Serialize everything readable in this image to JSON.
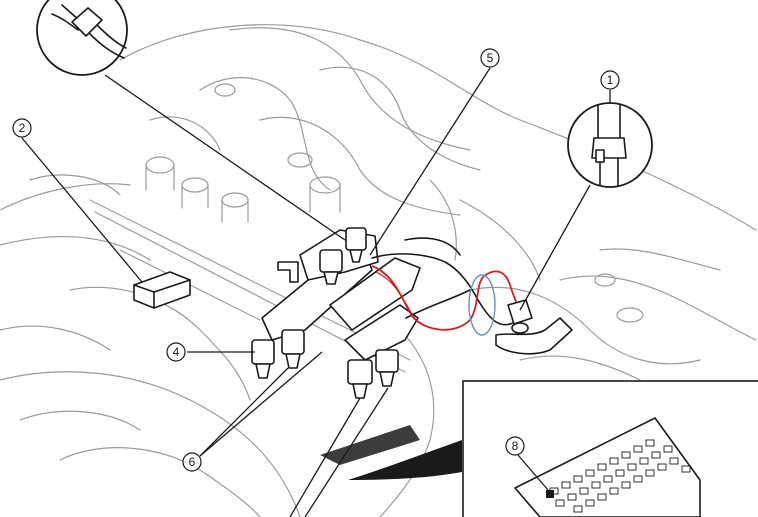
{
  "callouts": {
    "c1": "1",
    "c2": "2",
    "c4": "4",
    "c5": "5",
    "c6": "6",
    "c8": "8"
  },
  "colors": {
    "harness_red": "#d21f1f",
    "highlight_blue": "#6a8fc8",
    "line": "#1a1a1a",
    "engine_outline": "#9a9a9a"
  },
  "icons": {
    "detail_top_left": "hose-clamp-detail-icon",
    "detail_right": "hose-connector-detail-icon",
    "inset": "fuse-block-inset-icon"
  }
}
